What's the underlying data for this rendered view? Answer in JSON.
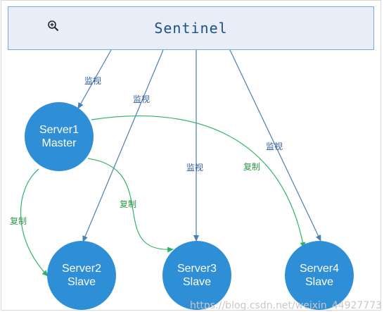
{
  "sentinel": {
    "title": "Sentinel"
  },
  "icons": {
    "zoom": "zoom-in-icon"
  },
  "nodes": {
    "server1": {
      "name": "Server1",
      "role": "Master"
    },
    "server2": {
      "name": "Server2",
      "role": "Slave"
    },
    "server3": {
      "name": "Server3",
      "role": "Slave"
    },
    "server4": {
      "name": "Server4",
      "role": "Slave"
    }
  },
  "edges": {
    "monitor_label": "监视",
    "replicate_label": "复制"
  },
  "colors": {
    "node_fill": "#2f8fd6",
    "monitor_arrow": "#4a7fb5",
    "replicate_arrow": "#2fb36a",
    "sentinel_fill": "#e7eef8",
    "sentinel_border": "#7fa7d6"
  },
  "watermark": "https://blog.csdn.net/weixin_44927773"
}
